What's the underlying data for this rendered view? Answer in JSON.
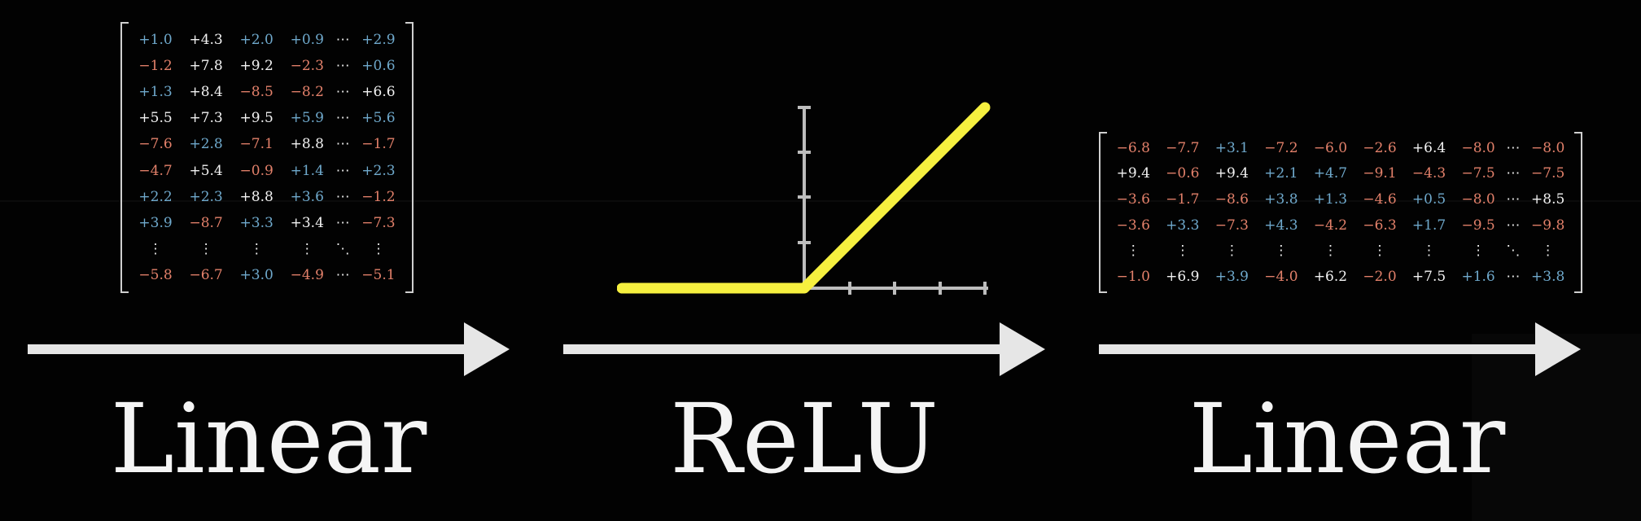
{
  "matrix_left": {
    "rows": [
      [
        "+1.0",
        "+4.3",
        "+2.0",
        "+0.9",
        "⋯",
        "+2.9"
      ],
      [
        "−1.2",
        "+7.8",
        "+9.2",
        "−2.3",
        "⋯",
        "+0.6"
      ],
      [
        "+1.3",
        "+8.4",
        "−8.5",
        "−8.2",
        "⋯",
        "+6.6"
      ],
      [
        "+5.5",
        "+7.3",
        "+9.5",
        "+5.9",
        "⋯",
        "+5.6"
      ],
      [
        "−7.6",
        "+2.8",
        "−7.1",
        "+8.8",
        "⋯",
        "−1.7"
      ],
      [
        "−4.7",
        "+5.4",
        "−0.9",
        "+1.4",
        "⋯",
        "+2.3"
      ],
      [
        "+2.2",
        "+2.3",
        "+8.8",
        "+3.6",
        "⋯",
        "−1.2"
      ],
      [
        "+3.9",
        "−8.7",
        "+3.3",
        "+3.4",
        "⋯",
        "−7.3"
      ],
      [
        "⋮",
        "⋮",
        "⋮",
        "⋮",
        "⋱",
        "⋮"
      ],
      [
        "−5.8",
        "−6.7",
        "+3.0",
        "−4.9",
        "⋯",
        "−5.1"
      ]
    ],
    "tones": [
      [
        "pos",
        "neu",
        "pos",
        "pos",
        "sym",
        "pos"
      ],
      [
        "neg",
        "neu",
        "neu",
        "neg",
        "sym",
        "pos"
      ],
      [
        "pos",
        "neu",
        "neg",
        "neg",
        "sym",
        "neu"
      ],
      [
        "neu",
        "neu",
        "neu",
        "pos",
        "sym",
        "pos"
      ],
      [
        "neg",
        "pos",
        "neg",
        "neu",
        "sym",
        "neg"
      ],
      [
        "neg",
        "neu",
        "neg",
        "pos",
        "sym",
        "pos"
      ],
      [
        "pos",
        "pos",
        "neu",
        "pos",
        "sym",
        "neg"
      ],
      [
        "pos",
        "neg",
        "pos",
        "neu",
        "sym",
        "neg"
      ],
      [
        "sym",
        "sym",
        "sym",
        "sym",
        "sym",
        "sym"
      ],
      [
        "neg",
        "neg",
        "pos",
        "neg",
        "sym",
        "neg"
      ]
    ]
  },
  "matrix_right": {
    "rows": [
      [
        "−6.8",
        "−7.7",
        "+3.1",
        "−7.2",
        "−6.0",
        "−2.6",
        "+6.4",
        "−8.0",
        "⋯",
        "−8.0"
      ],
      [
        "+9.4",
        "−0.6",
        "+9.4",
        "+2.1",
        "+4.7",
        "−9.1",
        "−4.3",
        "−7.5",
        "⋯",
        "−7.5"
      ],
      [
        "−3.6",
        "−1.7",
        "−8.6",
        "+3.8",
        "+1.3",
        "−4.6",
        "+0.5",
        "−8.0",
        "⋯",
        "+8.5"
      ],
      [
        "−3.6",
        "+3.3",
        "−7.3",
        "+4.3",
        "−4.2",
        "−6.3",
        "+1.7",
        "−9.5",
        "⋯",
        "−9.8"
      ],
      [
        "⋮",
        "⋮",
        "⋮",
        "⋮",
        "⋮",
        "⋮",
        "⋮",
        "⋮",
        "⋱",
        "⋮"
      ],
      [
        "−1.0",
        "+6.9",
        "+3.9",
        "−4.0",
        "+6.2",
        "−2.0",
        "+7.5",
        "+1.6",
        "⋯",
        "+3.8"
      ]
    ],
    "tones": [
      [
        "neg",
        "neg",
        "pos",
        "neg",
        "neg",
        "neg",
        "neu",
        "neg",
        "sym",
        "neg"
      ],
      [
        "neu",
        "neg",
        "neu",
        "pos",
        "pos",
        "neg",
        "neg",
        "neg",
        "sym",
        "neg"
      ],
      [
        "neg",
        "neg",
        "neg",
        "pos",
        "pos",
        "neg",
        "pos",
        "neg",
        "sym",
        "neu"
      ],
      [
        "neg",
        "pos",
        "neg",
        "pos",
        "neg",
        "neg",
        "pos",
        "neg",
        "sym",
        "neg"
      ],
      [
        "sym",
        "sym",
        "sym",
        "sym",
        "sym",
        "sym",
        "sym",
        "sym",
        "sym",
        "sym"
      ],
      [
        "neg",
        "neu",
        "pos",
        "neg",
        "neu",
        "neg",
        "neu",
        "pos",
        "sym",
        "pos"
      ]
    ]
  },
  "labels": {
    "first": "Linear",
    "second": "ReLU",
    "third": "Linear"
  },
  "relu": {
    "color": "#f6f03f",
    "axis_color": "#bdbdbd"
  },
  "colors": {
    "background": "#020202",
    "positive": "#6fa9cc",
    "negative": "#e2806a",
    "neutral": "#f2f2f2",
    "arrow": "#e6e6e6"
  }
}
